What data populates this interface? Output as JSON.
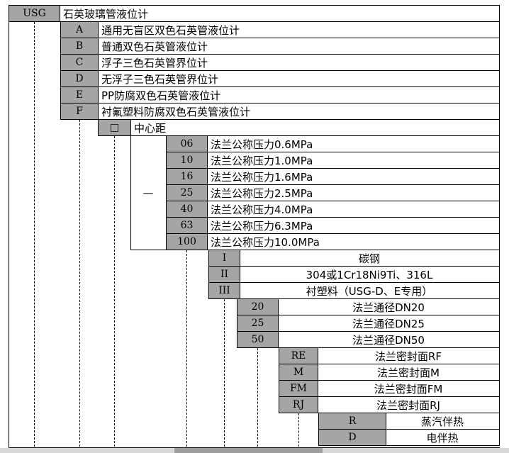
{
  "groups": [
    {
      "id": "product",
      "rows": [
        {
          "code": "USG",
          "desc": "石英玻璃管液位计"
        }
      ]
    },
    {
      "id": "type",
      "rows": [
        {
          "code": "A",
          "desc": "通用无盲区双色石英管液位计"
        },
        {
          "code": "B",
          "desc": "普通双色石英管液位计"
        },
        {
          "code": "C",
          "desc": "浮子三色石英管界位计"
        },
        {
          "code": "D",
          "desc": "无浮子三色石英管界位计"
        },
        {
          "code": "E",
          "desc": "PP防腐双色石英管液位计"
        },
        {
          "code": "F",
          "desc": "衬氟塑料防腐双色石英管液位计"
        }
      ]
    },
    {
      "id": "center-distance",
      "rows": [
        {
          "code": "□",
          "desc": "中心距"
        }
      ]
    },
    {
      "id": "flange-pressure",
      "prefix": "—",
      "rows": [
        {
          "code": "06",
          "desc": "法兰公称压力0.6MPa"
        },
        {
          "code": "10",
          "desc": "法兰公称压力1.0MPa"
        },
        {
          "code": "16",
          "desc": "法兰公称压力1.6MPa"
        },
        {
          "code": "25",
          "desc": "法兰公称压力2.5MPa"
        },
        {
          "code": "40",
          "desc": "法兰公称压力4.0MPa"
        },
        {
          "code": "63",
          "desc": "法兰公称压力6.3MPa"
        },
        {
          "code": "100",
          "desc": "法兰公称压力10.0MPa"
        }
      ]
    },
    {
      "id": "body-material",
      "rows": [
        {
          "code": "I",
          "desc": "碳钢"
        },
        {
          "code": "II",
          "desc": "304或1Cr18Ni9Ti、316L"
        },
        {
          "code": "III",
          "desc": "衬塑料（USG-D、E专用）"
        }
      ]
    },
    {
      "id": "flange-diameter",
      "rows": [
        {
          "code": "20",
          "desc": "法兰通径DN20"
        },
        {
          "code": "25",
          "desc": "法兰通径DN25"
        },
        {
          "code": "50",
          "desc": "法兰通径DN50"
        }
      ]
    },
    {
      "id": "sealing-face",
      "rows": [
        {
          "code": "RE",
          "desc": "法兰密封面RF"
        },
        {
          "code": "M",
          "desc": "法兰密封面M"
        },
        {
          "code": "FM",
          "desc": "法兰密封面FM"
        },
        {
          "code": "RJ",
          "desc": "法兰密封面RJ"
        }
      ]
    },
    {
      "id": "heat-tracing",
      "rows": [
        {
          "code": "R",
          "desc": "蒸汽伴热"
        },
        {
          "code": "D",
          "desc": "电伴热"
        }
      ]
    }
  ],
  "colors": {
    "code_box": "#a5a5a5",
    "border": "#000000",
    "background": "#ffffff",
    "scroll_track": "#d8d8d8",
    "scroll_thumb": "#9e9e9e"
  }
}
